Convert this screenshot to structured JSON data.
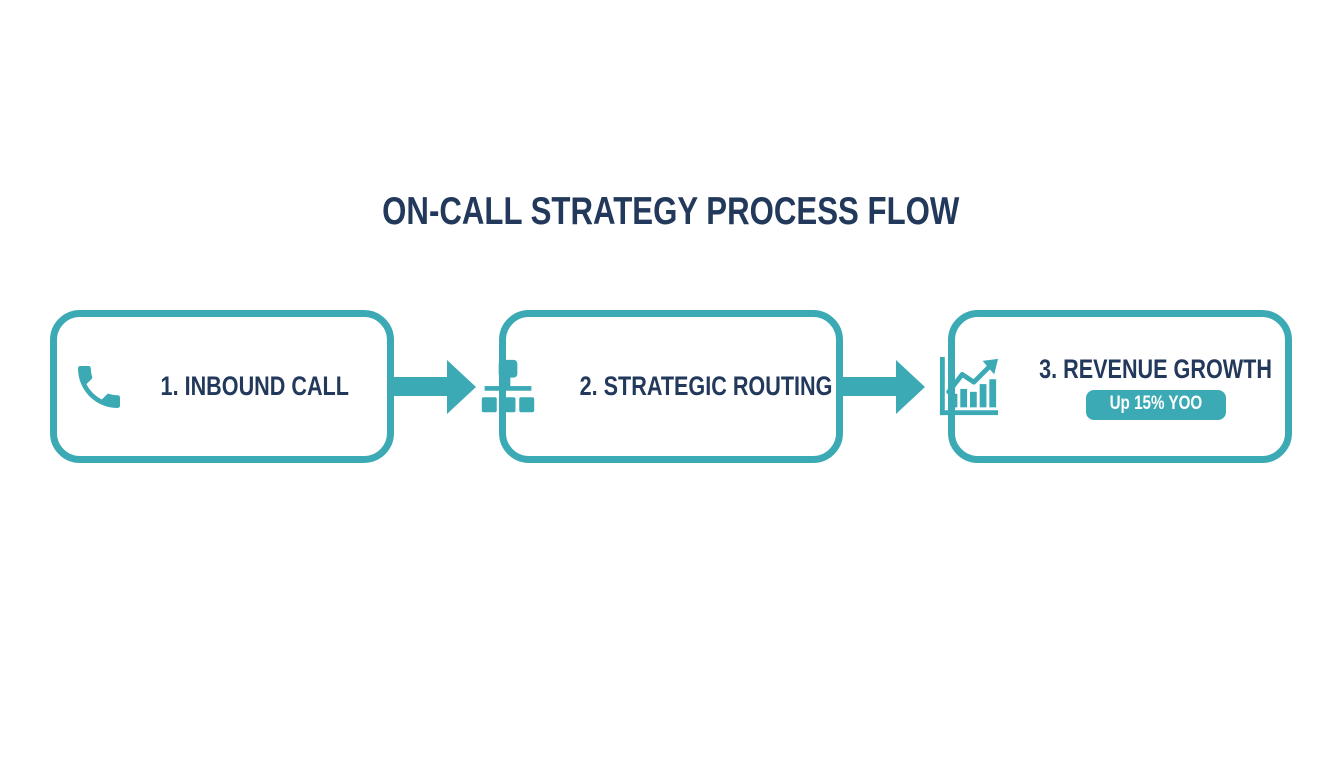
{
  "title": "ON-CALL STRATEGY PROCESS FLOW",
  "colors": {
    "teal": "#3BAAB5",
    "navy": "#22395B",
    "background": "#FFFFFF",
    "badge_text": "#FFFFFF"
  },
  "flow": {
    "steps": [
      {
        "label": "1. INBOUND CALL",
        "icon": "phone-icon"
      },
      {
        "label": "2. STRATEGIC ROUTING",
        "icon": "org-chart-icon"
      },
      {
        "label": "3. REVENUE GROWTH",
        "icon": "growth-chart-icon",
        "badge": "Up 15% YOO"
      }
    ],
    "connector": "right-arrow"
  }
}
